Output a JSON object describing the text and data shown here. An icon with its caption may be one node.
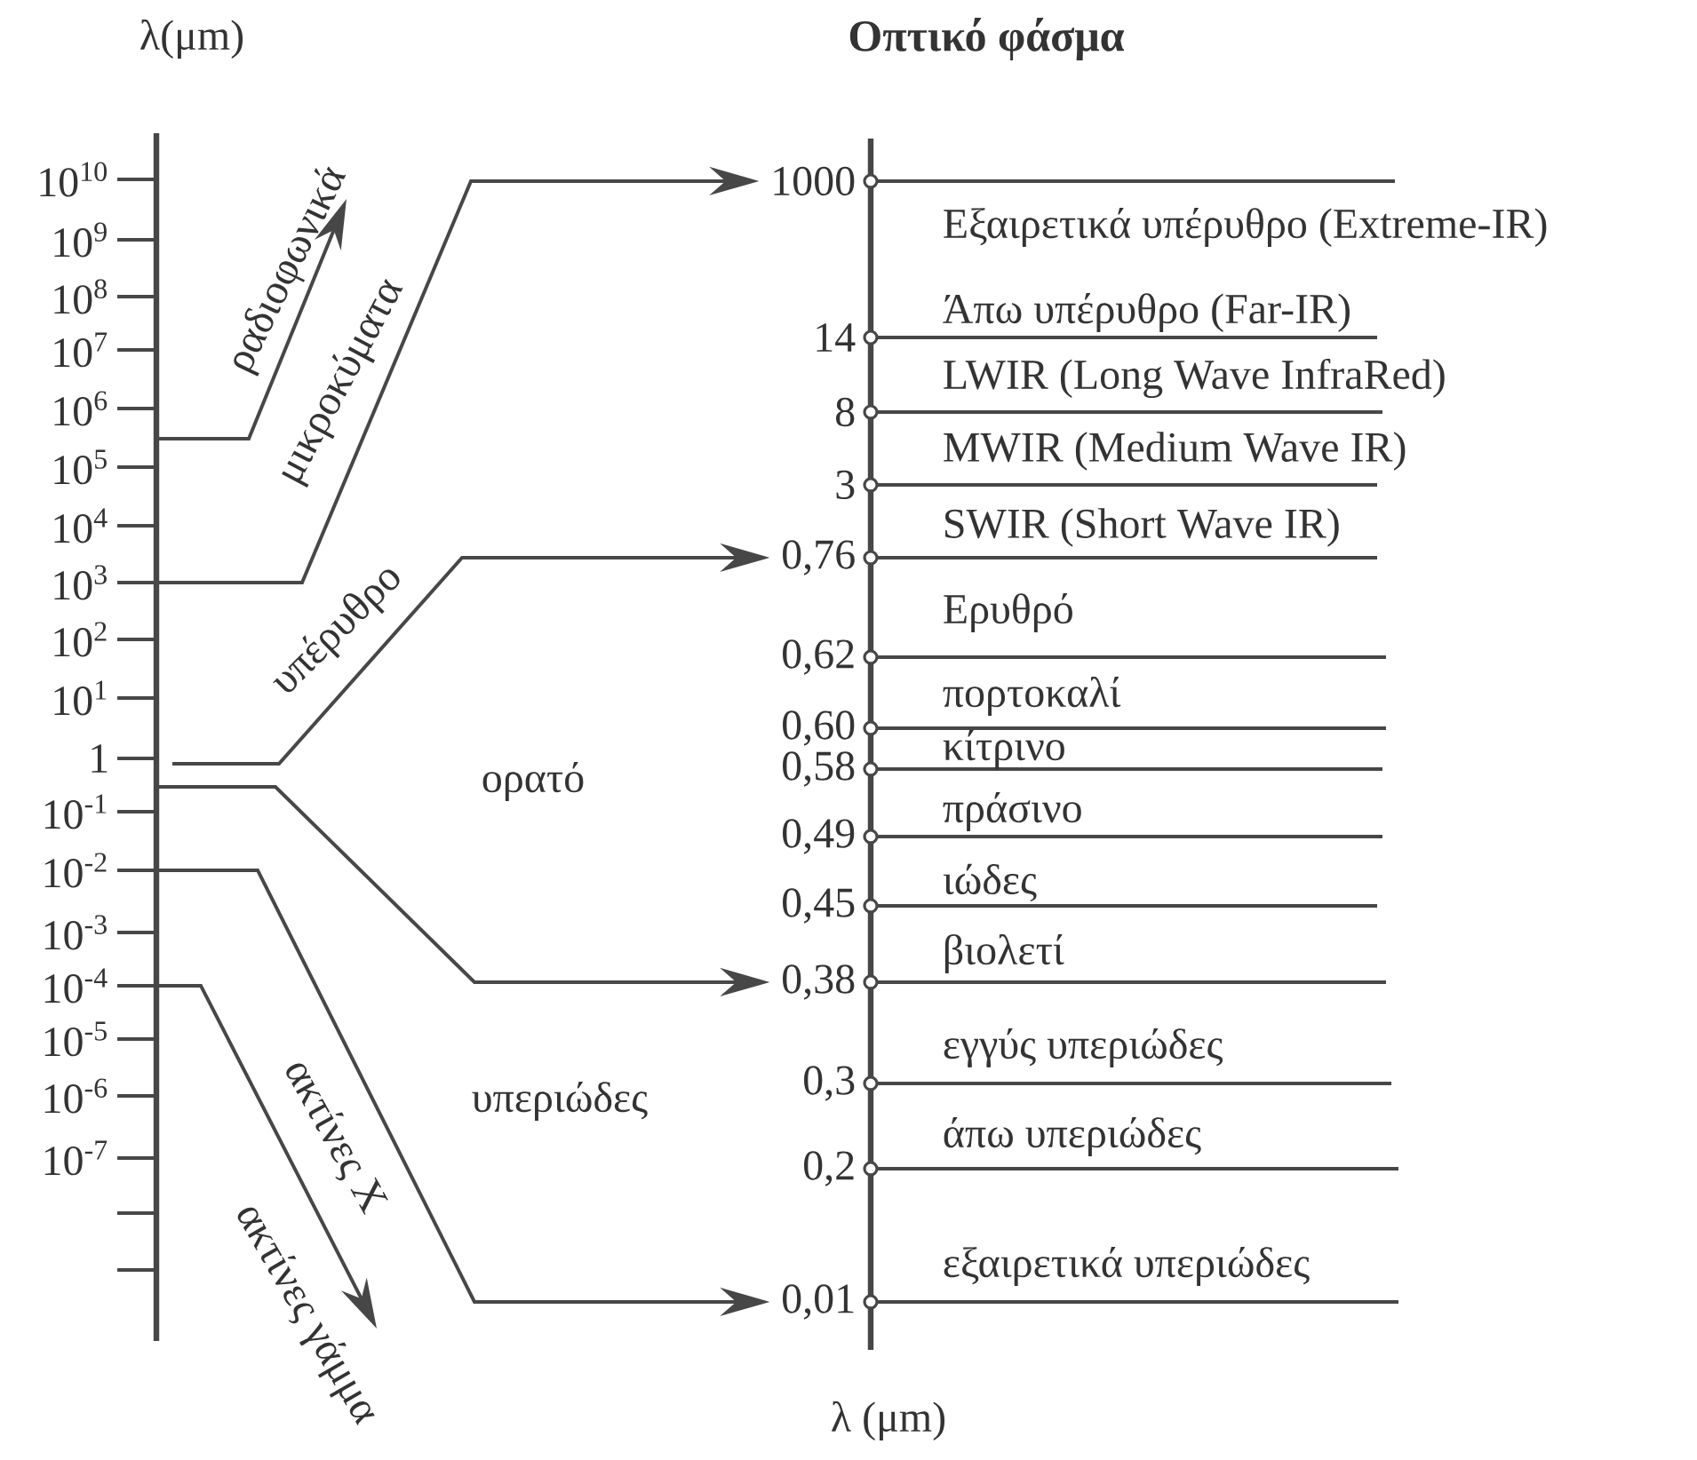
{
  "diagram": {
    "title": "Οπτικό φάσμα",
    "nodes": [
      {
        "text": [
          "1000"
        ]
      },
      {
        "text": [
          "0,76"
        ]
      },
      {
        "text": [
          "0,38"
        ]
      },
      {
        "text": [
          "0,01"
        ]
      }
    ],
    "edges": [
      {
        "from": null,
        "to": 0,
        "arrow": "to"
      },
      {
        "from": null,
        "to": 1,
        "arrow": "to"
      },
      {
        "from": null,
        "to": 2,
        "arrow": "to"
      },
      {
        "from": null,
        "to": 3,
        "arrow": "to"
      }
    ],
    "labels": [
      "λ(μm)",
      "10$^{10}$",
      "10$^{9}$",
      "10$^{8}$",
      "10$^{7}$",
      "10$^{6}$",
      "10$^{5}$",
      "10$^{4}$",
      "10$^{3}$",
      "10$^{2}$",
      "10$^{1}$",
      "1",
      "10$^{-1}$",
      "10$^{-2}$",
      "10$^{-3}$",
      "10$^{-4}$",
      "10$^{-5}$",
      "10$^{-6}$",
      "10$^{-7}$",
      "ραδιοφωνικά",
      "μικροκύματα",
      "υπέρυθρο",
      "ορατό",
      "υπεριώδες",
      "ακτίνες X",
      "ακτίνες γάμμα",
      "14",
      "8",
      "3",
      "0,62",
      "0,60",
      "0,58",
      "0,49",
      "0,45",
      "0,3",
      "0,2",
      "Εξαιρετικά υπέρυθρο (Extreme-IR)",
      "Άπω υπέρυθρο (Far-IR)",
      "LWIR (Long Wave InfraRed)",
      "MWIR (Medium Wave IR)",
      "SWIR (Short Wave IR)",
      "Ερυθρό",
      "πορτοκαλί",
      "κίτρινο",
      "πράσινο",
      "ιώδες",
      "βιολετί",
      "εγγύς υπεριώδες",
      "άπω υπεριώδες",
      "εξαιρετικά υπεριώδες",
      "λ (μm)"
    ]
  }
}
